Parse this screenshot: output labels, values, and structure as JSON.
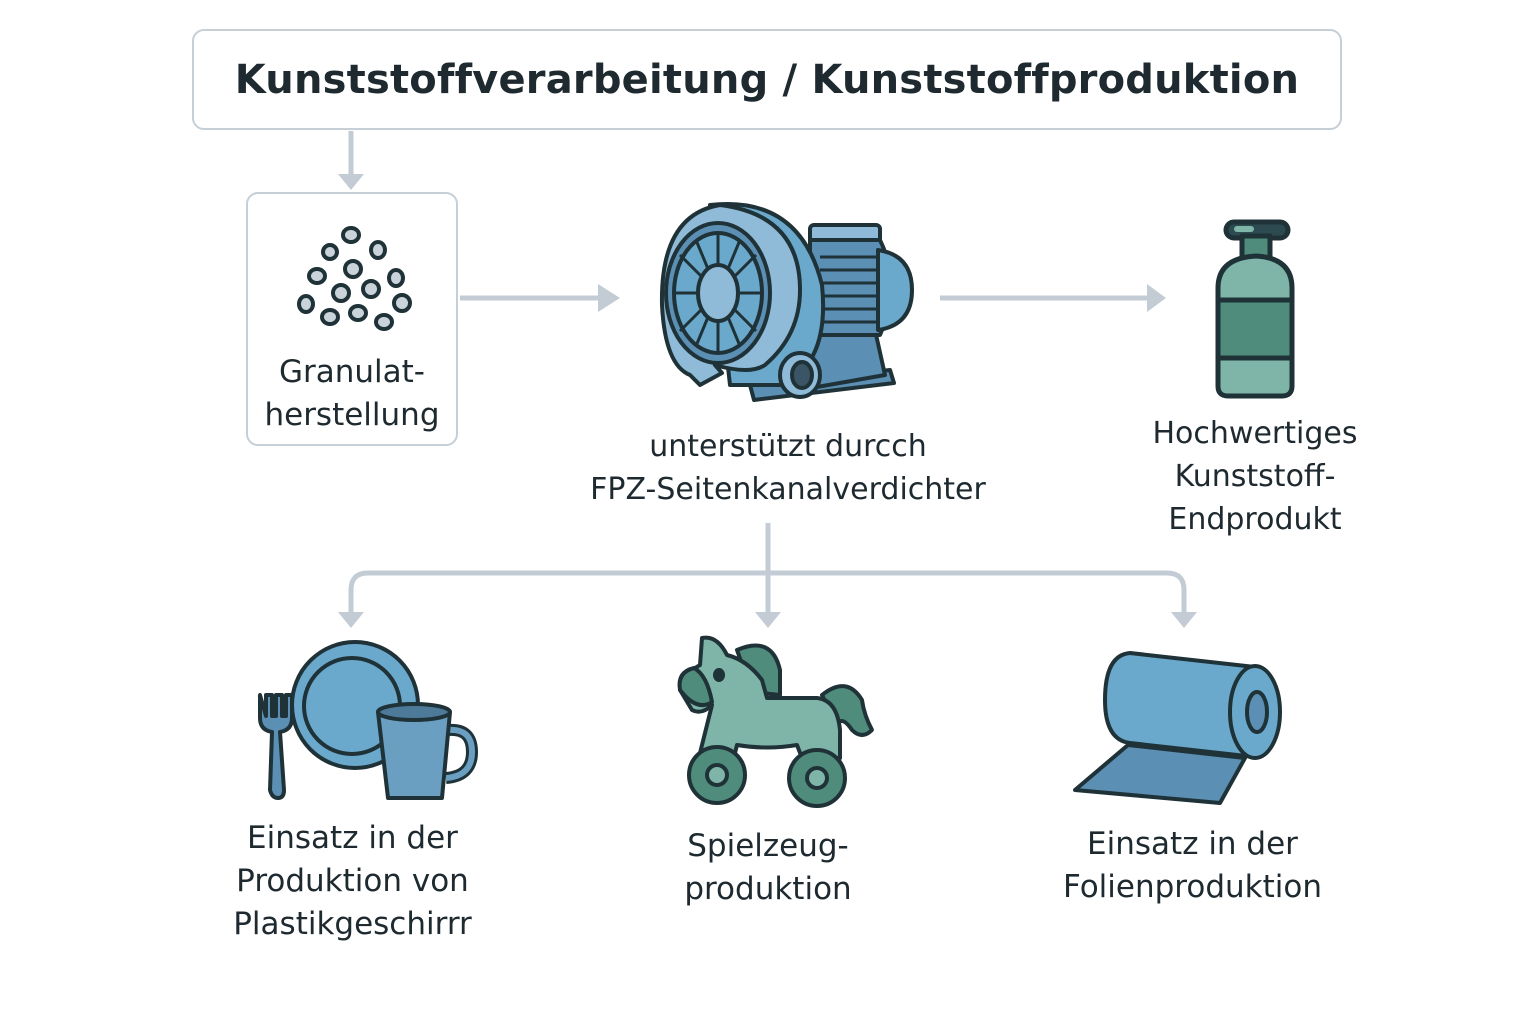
{
  "title": "Kunststoffverarbeitung / Kunststoffproduktion",
  "colors": {
    "arrow": "#c3ccd4",
    "outline": "#1f3238",
    "box_border": "#c6ced6",
    "blue_light": "#8fbbd9",
    "blue_mid": "#6aa8cc",
    "blue_dark": "#5b8fb4",
    "teal_light": "#7fb5a8",
    "teal_dark": "#4f8c7c",
    "pellet_fill": "#c9d3d9"
  },
  "nodes": {
    "granulat": {
      "icon": "plastic-pellets-icon",
      "lines": [
        "Granulat-",
        "herstellung"
      ]
    },
    "blower": {
      "icon": "side-channel-blower-icon",
      "lines": [
        "unterstützt durcch",
        "FPZ-Seitenkanalverdichter"
      ]
    },
    "endproduct": {
      "icon": "plastic-bottle-icon",
      "lines": [
        "Hochwertiges",
        "Kunststoff-",
        "Endprodukt"
      ]
    },
    "tableware": {
      "icon": "plate-fork-cup-icon",
      "lines": [
        "Einsatz in der",
        "Produktion von",
        "Plastikgeschirrr"
      ]
    },
    "toys": {
      "icon": "toy-horse-icon",
      "lines": [
        "Spielzeug-",
        "produktion"
      ]
    },
    "film": {
      "icon": "film-roll-icon",
      "lines": [
        "Einsatz in der",
        "Folienproduktion"
      ]
    }
  },
  "edges": [
    {
      "from": "title",
      "to": "granulat"
    },
    {
      "from": "granulat",
      "to": "blower"
    },
    {
      "from": "blower",
      "to": "endproduct"
    },
    {
      "from": "blower",
      "to": "tableware"
    },
    {
      "from": "blower",
      "to": "toys"
    },
    {
      "from": "blower",
      "to": "film"
    }
  ]
}
